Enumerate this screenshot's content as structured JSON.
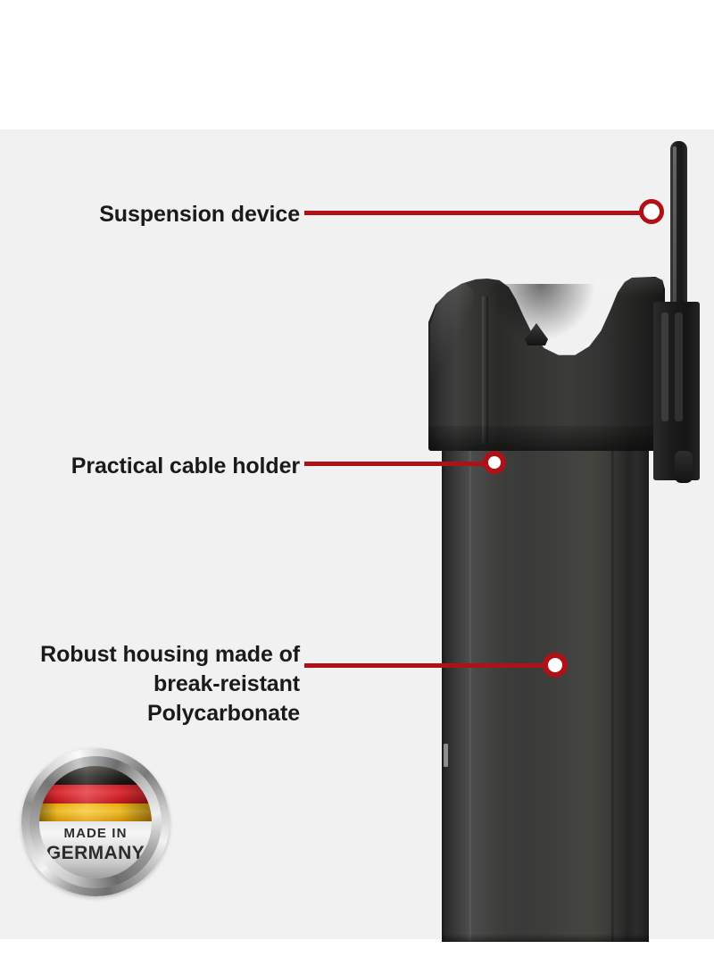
{
  "background": {
    "main_color": "#f1f1f1",
    "band_color": "#ffffff"
  },
  "accent": {
    "callout_red": "#b01116",
    "dot_fill": "#ffffff",
    "text_color": "#1a1a1a"
  },
  "callouts": [
    {
      "id": "suspension-device",
      "label": "Suspension device",
      "target": "clip arm at top right of product"
    },
    {
      "id": "practical-cable-holder",
      "label": "Practical cable holder",
      "target": "moulded head saddle of product"
    },
    {
      "id": "robust-housing",
      "label": "Robust housing made of\nbreak-reistant Polycarbonate",
      "target": "main barrel body of product"
    }
  ],
  "seal": {
    "name": "made-in-germany-seal",
    "line1": "MADE IN",
    "line2": "GERMANY",
    "flag_colors": {
      "black": "#262220",
      "red": "#d7222a",
      "gold": "#f3b50d"
    },
    "ring_color": "#c0c0c0"
  },
  "product": {
    "name": "black-polycarbonate-work-light",
    "body_color": "#3a3a39",
    "head_color": "#2b2b2a",
    "clip_color": "#1b1b1b"
  }
}
